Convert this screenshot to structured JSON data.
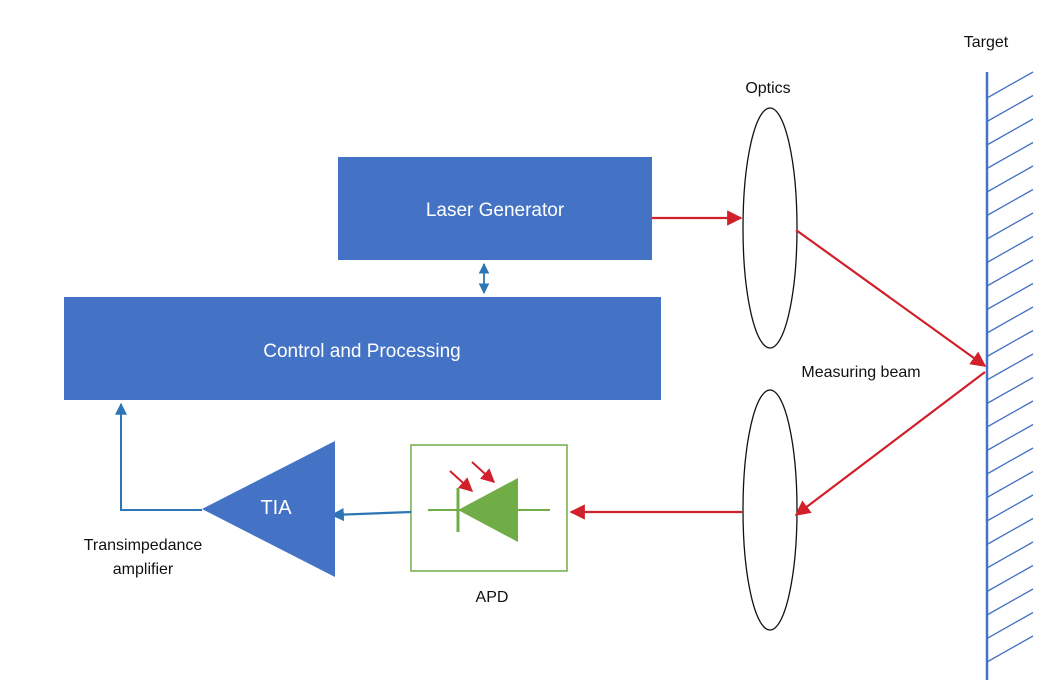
{
  "colors": {
    "block_fill": "#4472c4",
    "blue_line": "#2e75b6",
    "beam_red": "#d0202a",
    "apd_green": "#70ad47",
    "target_line": "#4472c4"
  },
  "blocks": {
    "laser_generator": "Laser Generator",
    "control_processing": "Control and Processing",
    "tia": "TIA"
  },
  "labels": {
    "target": "Target",
    "optics": "Optics",
    "measuring_beam": "Measuring beam",
    "apd": "APD",
    "transimpedance_line1": "Transimpedance",
    "transimpedance_line2": "amplifier"
  }
}
